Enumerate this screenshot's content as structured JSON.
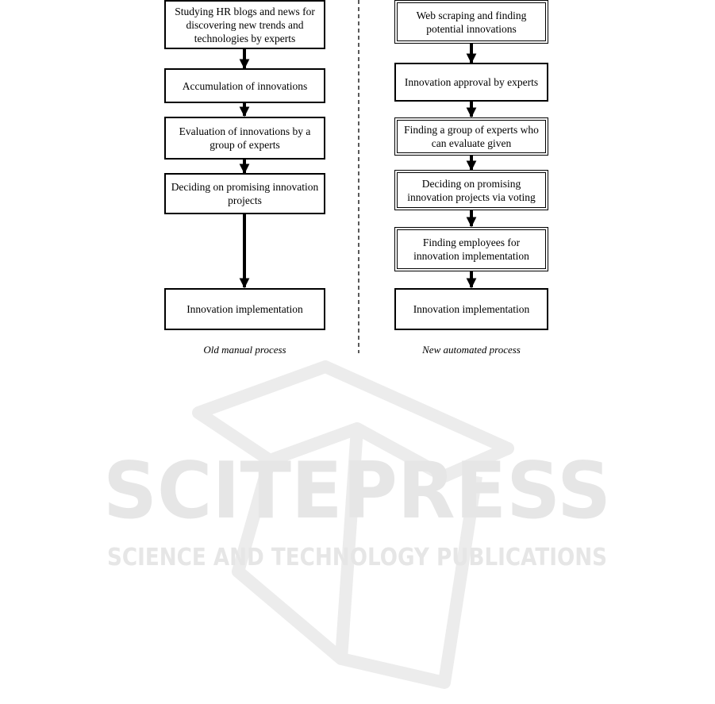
{
  "old_process": {
    "steps": [
      "Studying HR blogs and news for discovering new trends and technologies by experts",
      "Accumulation of innovations",
      "Evaluation of innovations by a group of experts",
      "Deciding on promising innovation projects",
      "Innovation implementation"
    ],
    "caption": "Old manual process"
  },
  "new_process": {
    "steps": [
      "Web scraping and finding potential innovations",
      "Innovation approval by experts",
      "Finding a group of experts who can evaluate given",
      "Deciding on promising innovation projects via voting",
      "Finding employees for innovation implementation",
      "Innovation implementation"
    ],
    "caption": "New automated process"
  },
  "watermark": {
    "title": "SCITEPRESS",
    "subtitle": "SCIENCE AND TECHNOLOGY PUBLICATIONS"
  }
}
